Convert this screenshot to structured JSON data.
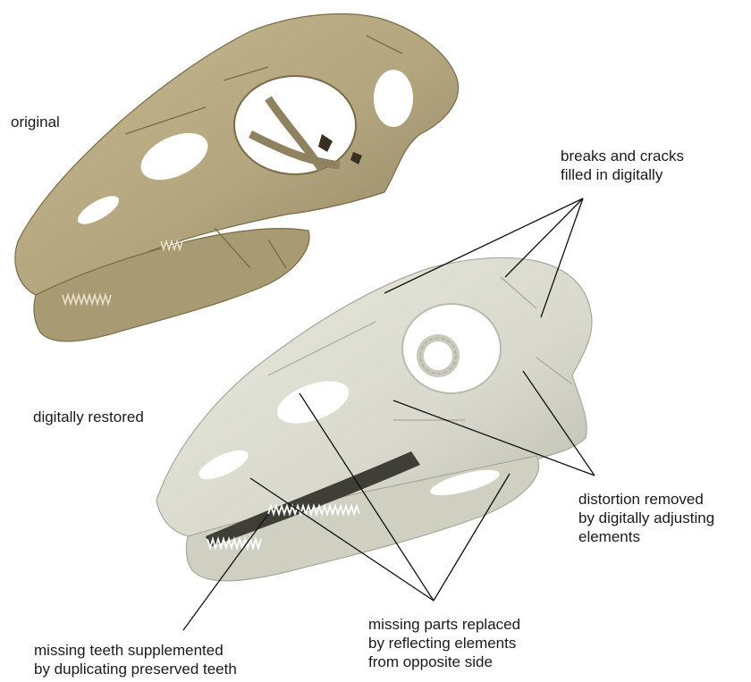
{
  "labels": {
    "original": "original",
    "restored": "digitally restored",
    "breaks": [
      "breaks and cracks",
      "filled in digitally"
    ],
    "distortion": [
      "distortion removed",
      "by digitally adjusting",
      "elements"
    ],
    "missing_parts": [
      "missing parts replaced",
      "by reflecting elements",
      "from opposite side"
    ],
    "missing_teeth": [
      "missing teeth supplemented",
      "by duplicating preserved teeth"
    ]
  },
  "colors": {
    "original_bone": "#b3a57e",
    "original_dark": "#7a6b49",
    "restored_bone": "#dcdcd0",
    "restored_dark": "#a7a99a",
    "line": "#111111",
    "background": "#ffffff"
  }
}
